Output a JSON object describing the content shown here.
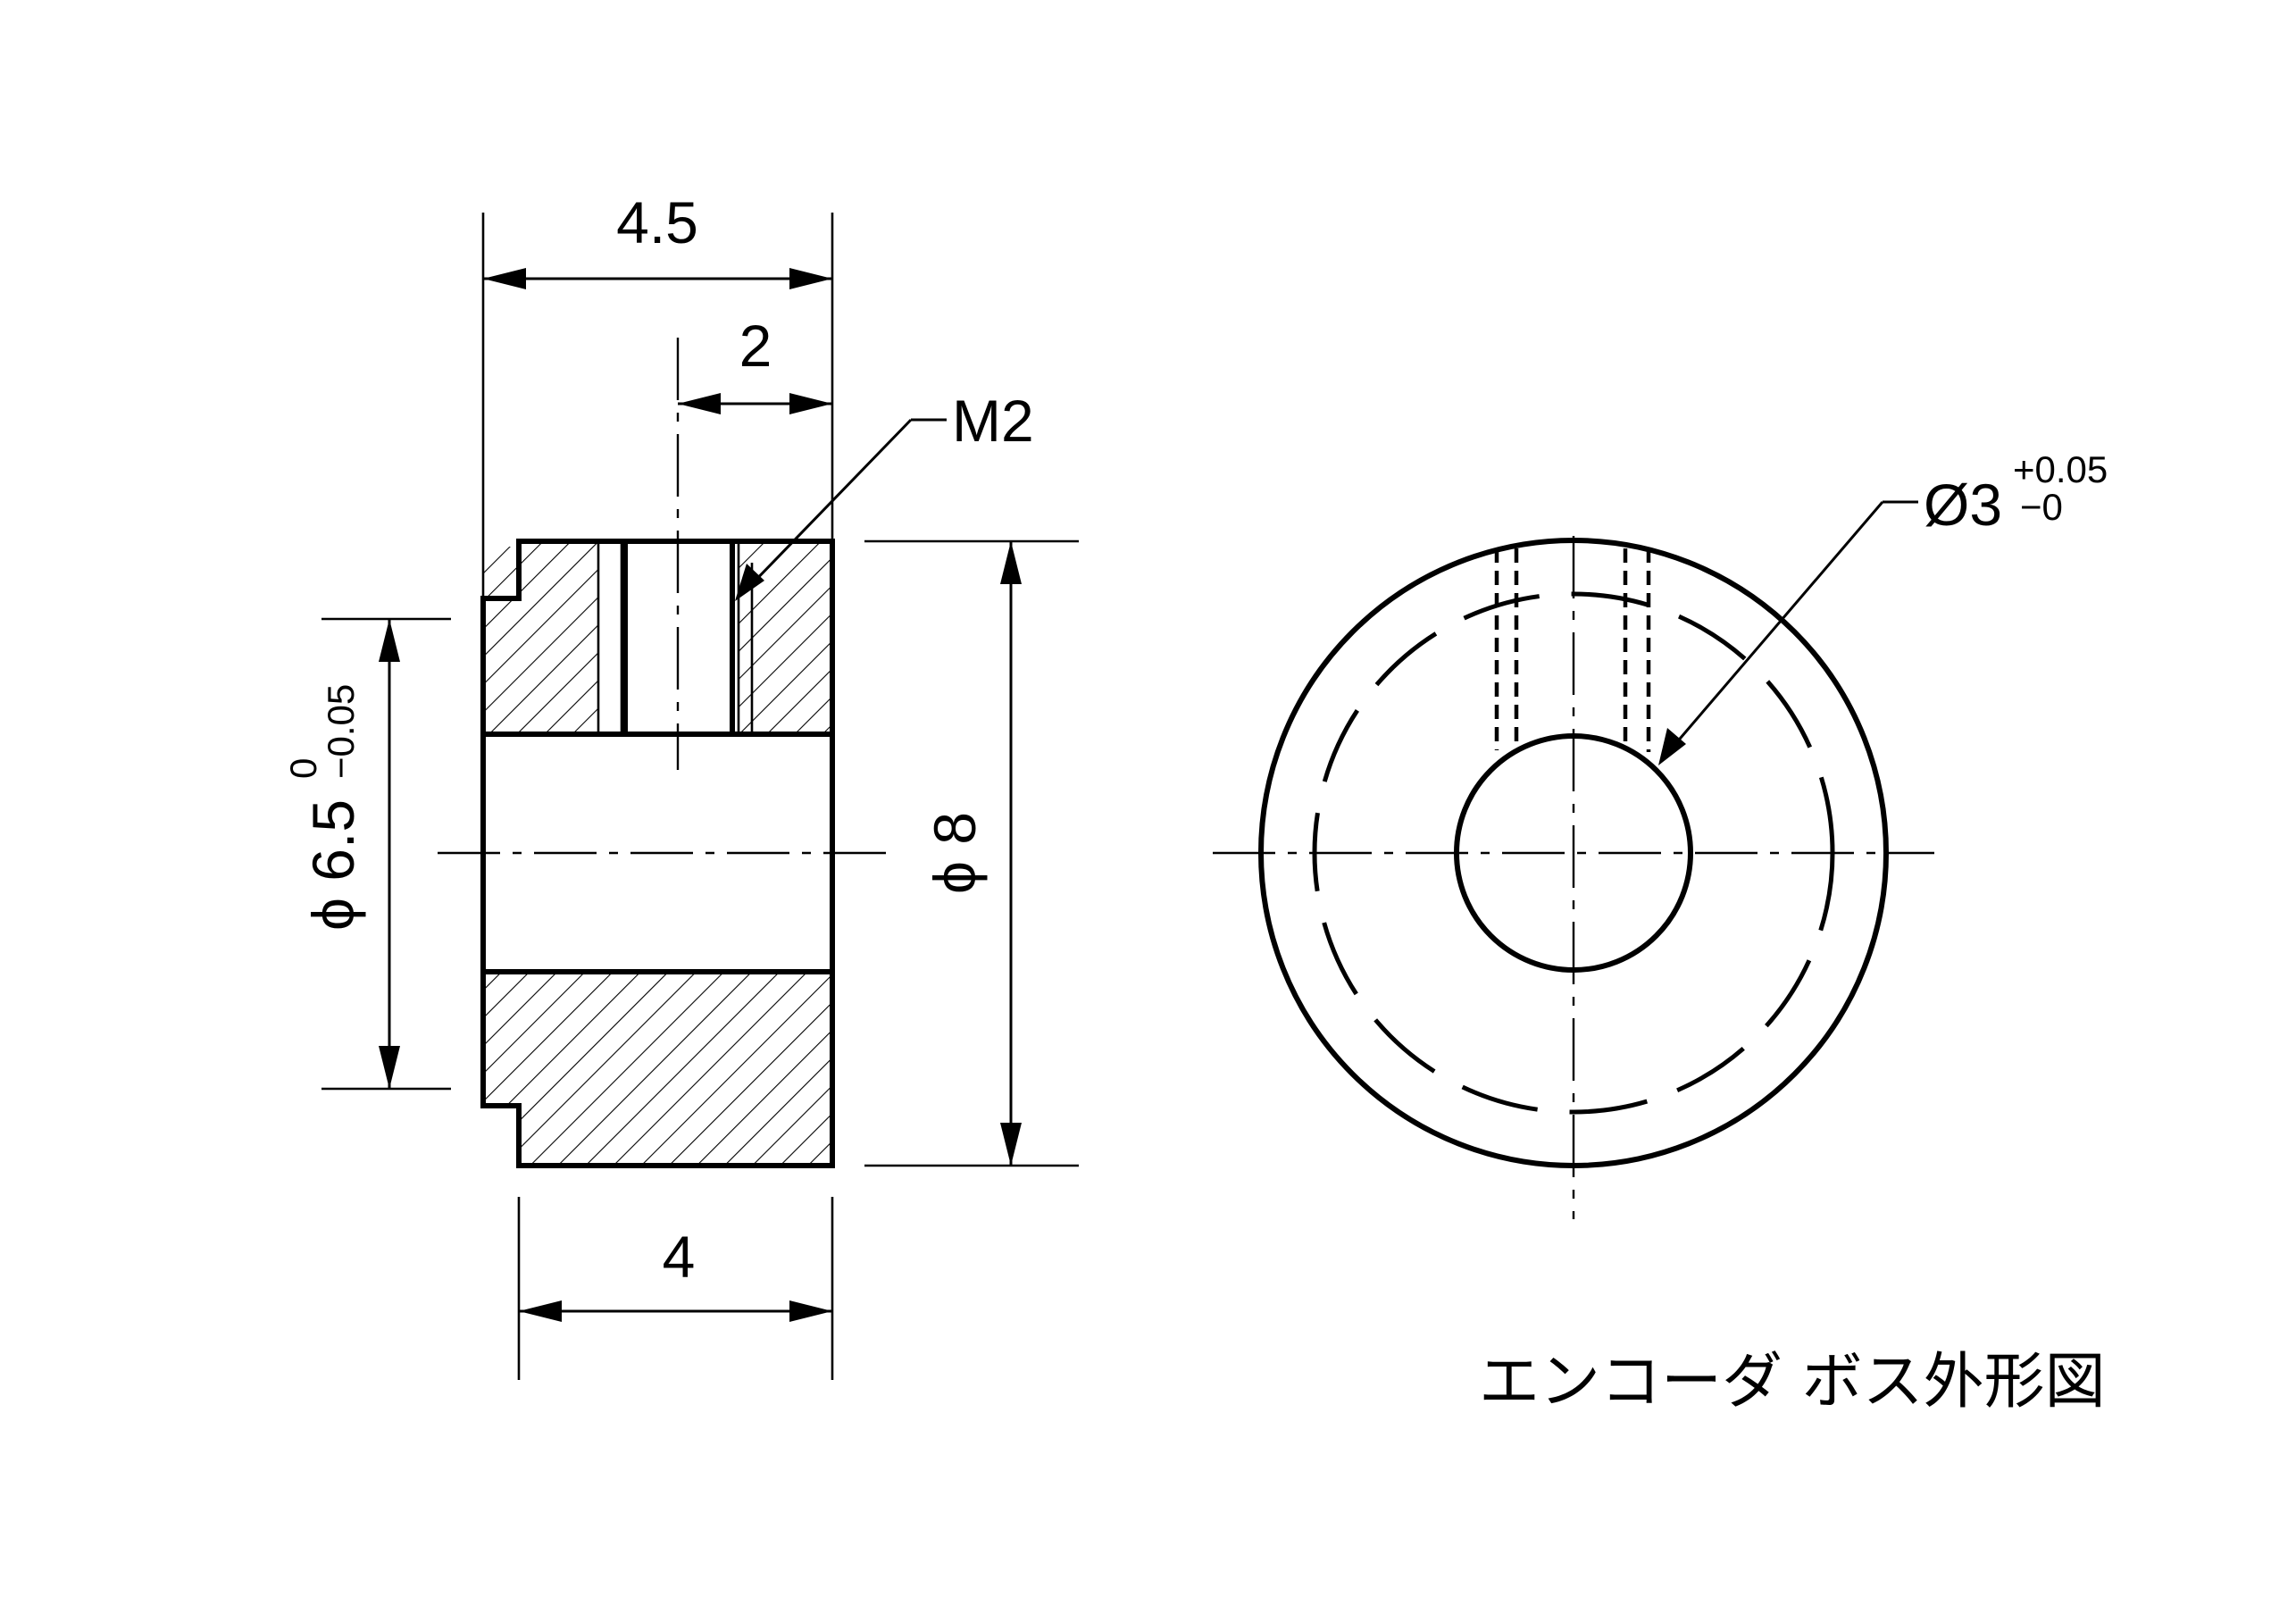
{
  "drawing": {
    "title": "エンコーダ ボス外形図",
    "side_view": {
      "dim_overall_length": "4.5",
      "dim_screw_offset": "2",
      "dim_hub_length": "4",
      "thread_callout": "M2",
      "dim_inner_diameter": "ϕ 6.5",
      "dim_inner_upper_tol": "0",
      "dim_inner_lower_tol": "−0.05",
      "dim_outer_diameter": "ϕ 8"
    },
    "front_view": {
      "bore_diameter": "Ø3",
      "bore_upper_tol": "+0.05",
      "bore_lower_tol": "−0"
    }
  }
}
